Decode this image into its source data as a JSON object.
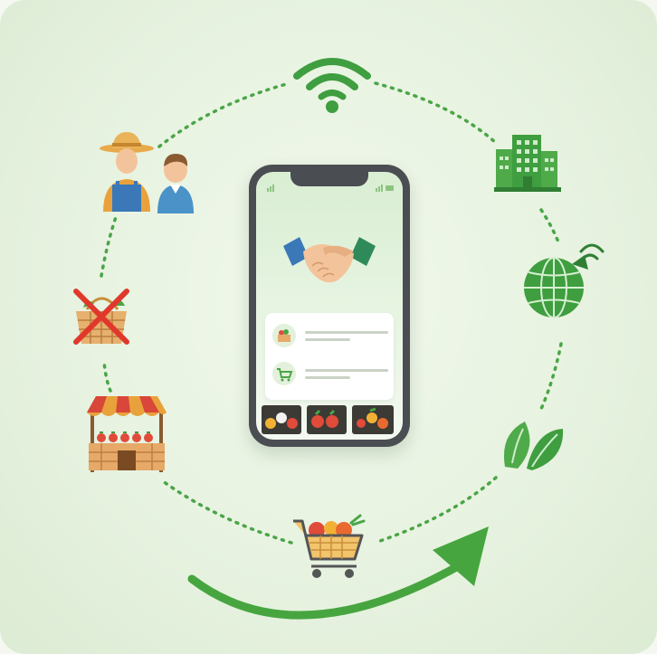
{
  "diagram": {
    "nodes": [
      {
        "id": "connectivity",
        "icon": "wifi-icon"
      },
      {
        "id": "business",
        "icon": "office-building-icon"
      },
      {
        "id": "global-network",
        "icon": "satellite-globe-icon"
      },
      {
        "id": "sustainability",
        "icon": "leaves-icon"
      },
      {
        "id": "online-shopping",
        "icon": "produce-cart-icon"
      },
      {
        "id": "local-market",
        "icon": "market-stall-icon"
      },
      {
        "id": "no-middlemen",
        "icon": "crossed-basket-icon"
      },
      {
        "id": "farmer-consumer",
        "icon": "farmer-and-buyer-icon"
      }
    ],
    "center": {
      "icon": "smartphone-icon",
      "screen_icon": "handshake-icon"
    },
    "growth_arrow": {
      "icon": "growth-arrow-icon"
    },
    "colors": {
      "accent": "#3f9e3f",
      "dotted_ring": "#4aa547",
      "arrow": "#47a53f",
      "background": "#e8f3e1"
    }
  }
}
